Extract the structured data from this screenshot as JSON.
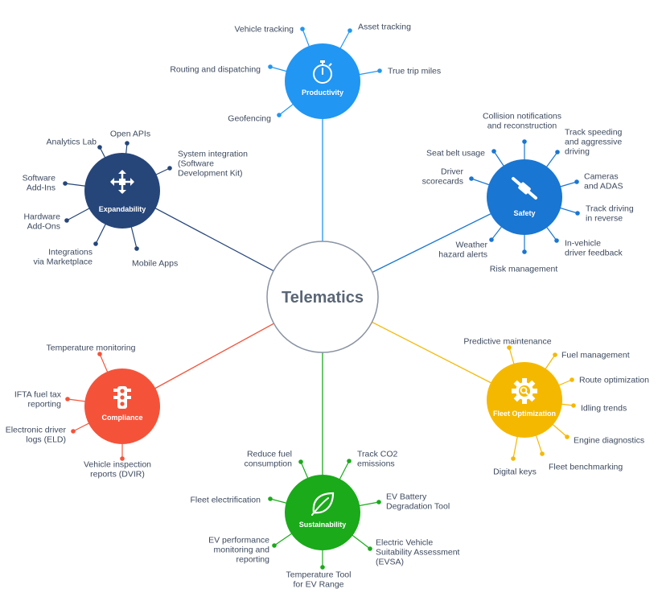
{
  "center": {
    "label": "Telematics"
  },
  "hubs": [
    {
      "id": "productivity",
      "name": "Productivity",
      "color": "#2196f3",
      "icon": "stopwatch-icon",
      "items": [
        {
          "lines": [
            "Vehicle tracking"
          ]
        },
        {
          "lines": [
            "Asset tracking"
          ]
        },
        {
          "lines": [
            "Routing and dispatching"
          ]
        },
        {
          "lines": [
            "True trip miles"
          ]
        },
        {
          "lines": [
            "Geofencing"
          ]
        }
      ]
    },
    {
      "id": "safety",
      "name": "Safety",
      "color": "#1976d2",
      "icon": "seatbelt-icon",
      "items": [
        {
          "lines": [
            "Collision notifications",
            "and reconstruction"
          ]
        },
        {
          "lines": [
            "Seat belt usage"
          ]
        },
        {
          "lines": [
            "Track speeding",
            "and aggressive",
            "driving"
          ]
        },
        {
          "lines": [
            "Driver",
            "scorecards"
          ]
        },
        {
          "lines": [
            "Cameras",
            "and ADAS"
          ]
        },
        {
          "lines": [
            "Track driving",
            "in reverse"
          ]
        },
        {
          "lines": [
            "Weather",
            "hazard alerts"
          ]
        },
        {
          "lines": [
            "Risk management"
          ]
        },
        {
          "lines": [
            "In-vehicle",
            "driver feedback"
          ]
        }
      ]
    },
    {
      "id": "expandability",
      "name": "Expandability",
      "color": "#26467a",
      "icon": "expand-arrows-icon",
      "items": [
        {
          "lines": [
            "Analytics Lab"
          ]
        },
        {
          "lines": [
            "Open APIs"
          ]
        },
        {
          "lines": [
            "System integration",
            "(Software",
            "Development Kit)"
          ]
        },
        {
          "lines": [
            "Software",
            "Add-Ins"
          ]
        },
        {
          "lines": [
            "Hardware",
            "Add-Ons"
          ]
        },
        {
          "lines": [
            "Integrations",
            "via Marketplace"
          ]
        },
        {
          "lines": [
            "Mobile Apps"
          ]
        }
      ]
    },
    {
      "id": "compliance",
      "name": "Compliance",
      "color": "#f4533a",
      "icon": "traffic-light-icon",
      "items": [
        {
          "lines": [
            "Temperature monitoring"
          ]
        },
        {
          "lines": [
            "IFTA fuel tax",
            "reporting"
          ]
        },
        {
          "lines": [
            "Electronic driver",
            "logs (ELD)"
          ]
        },
        {
          "lines": [
            "Vehicle inspection",
            "reports (DVIR)"
          ]
        }
      ]
    },
    {
      "id": "fleet-optimization",
      "name": "Fleet Optimization",
      "color": "#f5b800",
      "icon": "gear-search-icon",
      "items": [
        {
          "lines": [
            "Predictive maintenance"
          ]
        },
        {
          "lines": [
            "Fuel management"
          ]
        },
        {
          "lines": [
            "Route optimization"
          ]
        },
        {
          "lines": [
            "Idling trends"
          ]
        },
        {
          "lines": [
            "Engine diagnostics"
          ]
        },
        {
          "lines": [
            "Fleet benchmarking"
          ]
        },
        {
          "lines": [
            "Digital keys"
          ]
        }
      ]
    },
    {
      "id": "sustainability",
      "name": "Sustainability",
      "color": "#1aaa1a",
      "icon": "leaf-icon",
      "items": [
        {
          "lines": [
            "Reduce fuel",
            "consumption"
          ]
        },
        {
          "lines": [
            "Track CO2",
            "emissions"
          ]
        },
        {
          "lines": [
            "Fleet electrification"
          ]
        },
        {
          "lines": [
            "EV Battery",
            "Degradation Tool"
          ]
        },
        {
          "lines": [
            "EV performance",
            "monitoring and",
            "reporting"
          ]
        },
        {
          "lines": [
            "Electric Vehicle",
            "Suitability Assessment",
            "(EVSA)"
          ]
        },
        {
          "lines": [
            "Temperature Tool",
            "for EV Range"
          ]
        }
      ]
    }
  ]
}
